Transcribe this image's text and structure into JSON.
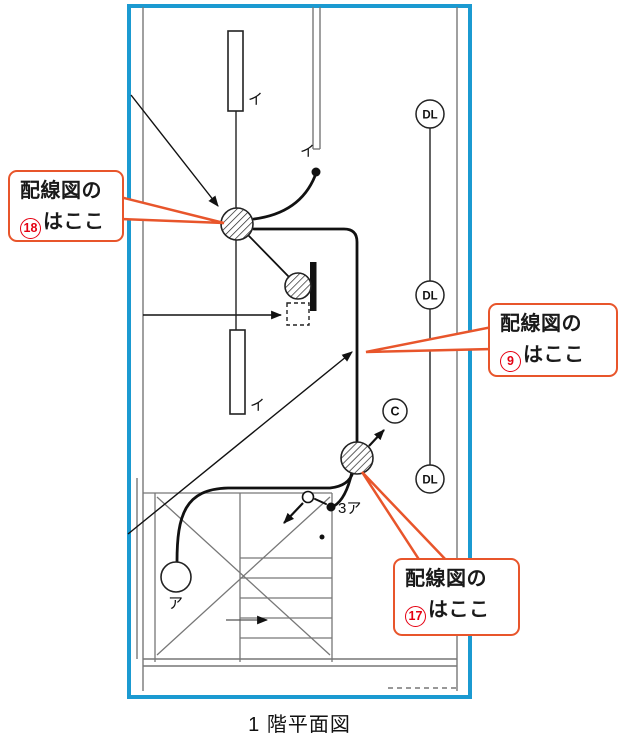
{
  "caption": "1 階平面図",
  "colors": {
    "frame_blue": "#1b9ad1",
    "callout_border_orange": "#e8552b",
    "number_red": "#e50012",
    "line_black": "#111111",
    "wall_gray": "#777777"
  },
  "callouts": [
    {
      "id": "18",
      "line1": "配線図の",
      "number": "18",
      "suffix": "はここ"
    },
    {
      "id": "9",
      "line1": "配線図の",
      "number": "9",
      "suffix": "はここ"
    },
    {
      "id": "17",
      "line1": "配線図の",
      "number": "17",
      "suffix": "はここ"
    }
  ],
  "plan": {
    "labels": {
      "downlight": "DL",
      "chime": "C",
      "fixture_i": "イ",
      "switch_3a": "3ア",
      "fixture_a": "ア"
    }
  }
}
